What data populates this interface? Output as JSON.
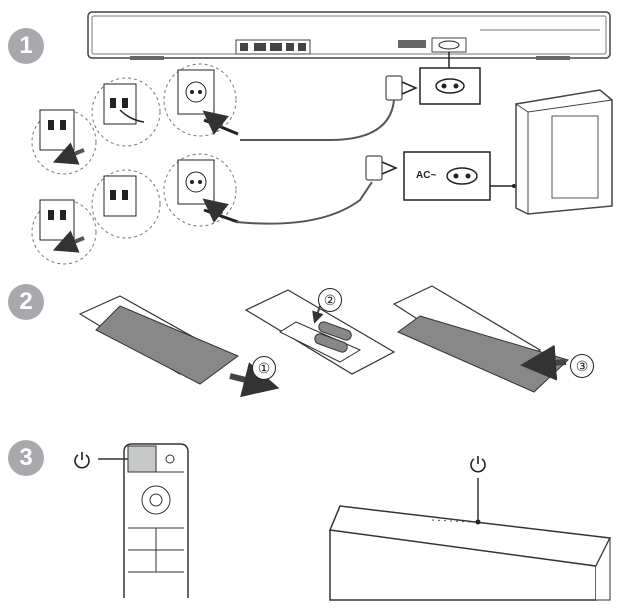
{
  "steps": {
    "step1": "1",
    "step2": "2",
    "step3": "3"
  },
  "connection": {
    "ac_label": "AC~"
  },
  "remote_insert": {
    "callout1": "①",
    "callout2": "②",
    "callout3": "③"
  },
  "icons": {
    "power": "power-icon"
  }
}
